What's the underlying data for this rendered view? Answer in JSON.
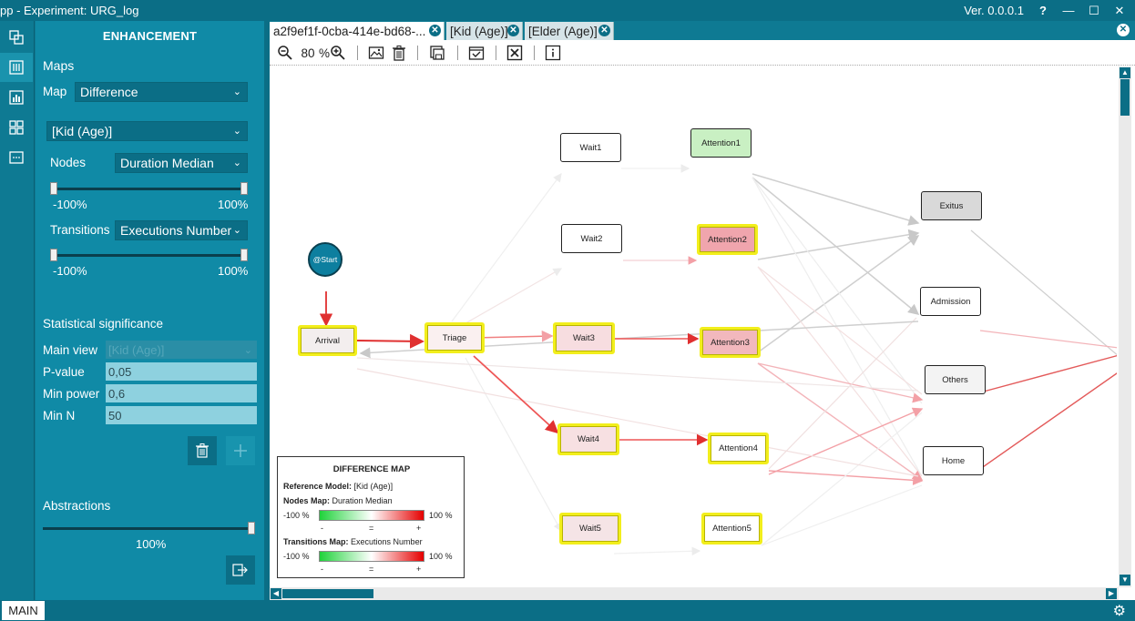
{
  "window": {
    "title": "pp  -  Experiment: URG_log",
    "version": "Ver. 0.0.0.1",
    "help": "?",
    "minimize": "—",
    "maximize": "☐",
    "close": "✕"
  },
  "panel": {
    "title": "ENHANCEMENT",
    "maps_heading": "Maps",
    "map_label": "Map",
    "map_value": "Difference",
    "reference_value": "[Kid (Age)]",
    "nodes_label": "Nodes",
    "nodes_value": "Duration Median",
    "nodes_min": "-100%",
    "nodes_max": "100%",
    "transitions_label": "Transitions",
    "transitions_value": "Executions Number",
    "trans_min": "-100%",
    "trans_max": "100%",
    "stat_heading": "Statistical significance",
    "main_view_label": "Main view",
    "main_view_value": "[Kid (Age)]",
    "pvalue_label": "P-value",
    "pvalue_value": "0,05",
    "minpower_label": "Min power",
    "minpower_value": "0,6",
    "minn_label": "Min N",
    "minn_value": "50",
    "abstractions_heading": "Abstractions",
    "abstractions_value": "100%"
  },
  "tabs": [
    {
      "label": "a2f9ef1f-0cba-414e-bd68-..."
    },
    {
      "label": "[Kid (Age)]"
    },
    {
      "label": "[Elder (Age)]"
    }
  ],
  "toolbar": {
    "zoom": "80",
    "zoom_unit": "%"
  },
  "graph": {
    "start": "@Start",
    "nodes": {
      "arrival": "Arrival",
      "triage": "Triage",
      "wait1": "Wait1",
      "wait2": "Wait2",
      "wait3": "Wait3",
      "wait4": "Wait4",
      "wait5": "Wait5",
      "attention1": "Attention1",
      "attention2": "Attention2",
      "attention3": "Attention3",
      "attention4": "Attention4",
      "attention5": "Attention5",
      "exitus": "Exitus",
      "admission": "Admission",
      "others": "Others",
      "home": "Home"
    },
    "colors": {
      "attention1": "#c9f0c3",
      "attention2": "#f0a5ad",
      "attention3": "#f2b8bd",
      "wait3": "#f7dde0",
      "wait4": "#f7e0e2",
      "wait5": "#f5e4e6",
      "exitus": "#d9d9d9",
      "others": "#f3f3f3",
      "arrival": "#f3eeee",
      "triage": "#faf0f0"
    }
  },
  "legend": {
    "title": "DIFFERENCE MAP",
    "ref_label": "Reference Model:",
    "ref_value": "[Kid (Age)]",
    "nodes_label": "Nodes Map:",
    "nodes_value": "Duration Median",
    "trans_label": "Transitions Map:",
    "trans_value": "Executions Number",
    "min": "-100 %",
    "max": "100 %",
    "minus": "-",
    "equal": "=",
    "plus": "+"
  },
  "status": {
    "main_tab": "MAIN"
  }
}
